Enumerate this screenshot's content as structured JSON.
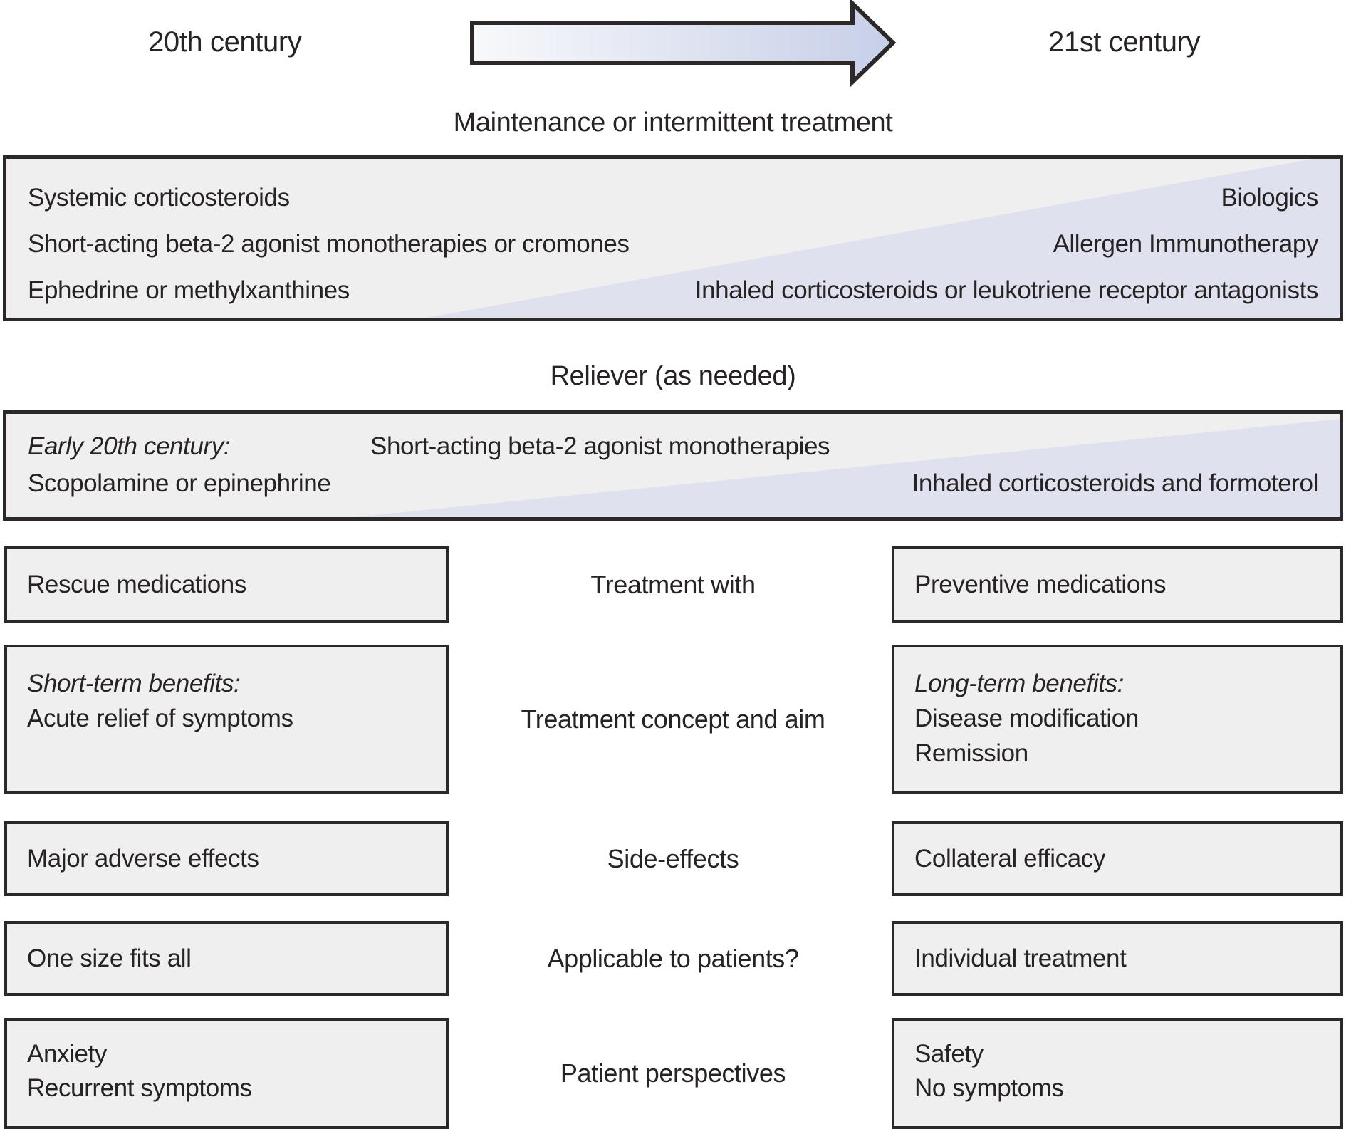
{
  "colors": {
    "background": "#ffffff",
    "box-gray": "#efeff0",
    "box-lavender": "#dfe2ee",
    "border": "#2d2828",
    "text": "#272223",
    "arrow-start": "#f8f9fb",
    "arrow-end": "#c7cfe8"
  },
  "timeline": {
    "left": "20th century",
    "right": "21st century",
    "arrow_icon": "right-arrow"
  },
  "maintenance": {
    "title": "Maintenance or intermittent treatment",
    "row1": {
      "left": "Systemic corticosteroids",
      "right": "Biologics"
    },
    "row2": {
      "left": "Short-acting beta-2 agonist monotherapies or cromones",
      "right": "Allergen Immunotherapy"
    },
    "row3": {
      "left": "Ephedrine or methylxanthines",
      "right": "Inhaled corticosteroids or leukotriene receptor antagonists"
    }
  },
  "reliever": {
    "title": "Reliever (as needed)",
    "era_label": "Early 20th century:",
    "early": "Scopolamine or epinephrine",
    "mid": "Short-acting beta-2 agonist monotherapies",
    "late": "Inhaled corticosteroids and formoterol"
  },
  "comparison": {
    "row1": {
      "left1": "Rescue medications",
      "center": "Treatment with",
      "right1": "Preventive medications"
    },
    "row2": {
      "left_label": "Short-term benefits:",
      "left1": "Acute relief of symptoms",
      "center": "Treatment concept and aim",
      "right_label": "Long-term benefits:",
      "right1": "Disease modification",
      "right2": "Remission"
    },
    "row3": {
      "left1": "Major adverse effects",
      "center": "Side-effects",
      "right1": "Collateral efficacy"
    },
    "row4": {
      "left1": "One size fits all",
      "center": "Applicable to patients?",
      "right1": "Individual treatment"
    },
    "row5": {
      "left1": "Anxiety",
      "left2": "Recurrent symptoms",
      "center": "Patient perspectives",
      "right1": "Safety",
      "right2": "No symptoms"
    }
  }
}
